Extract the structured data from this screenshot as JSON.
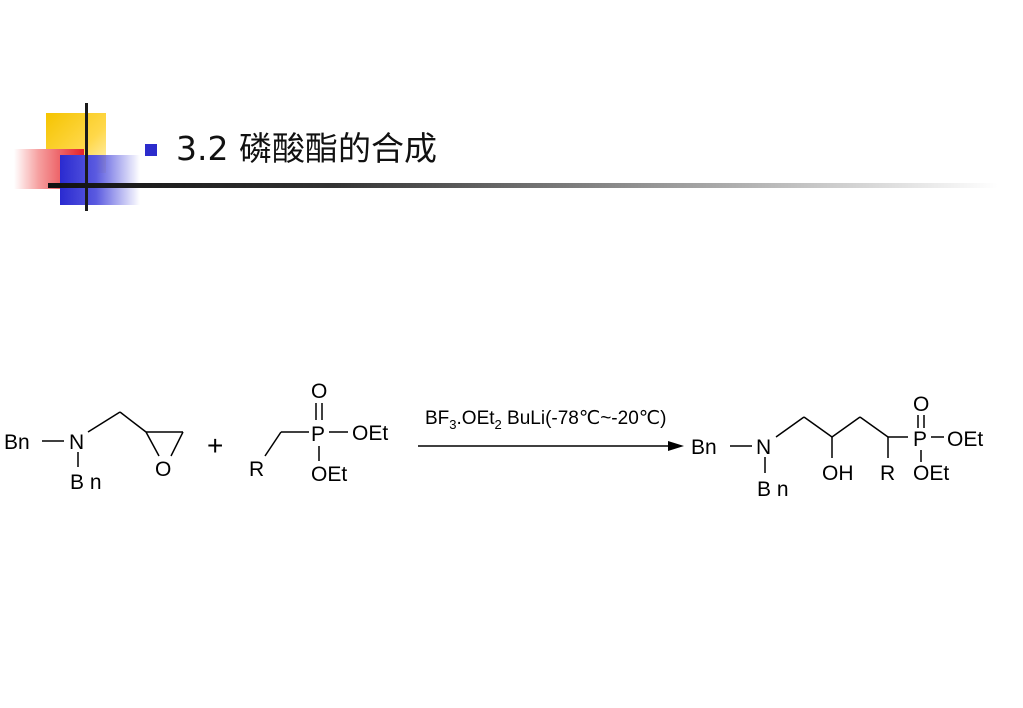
{
  "title": "3.2 磷酸酯的合成",
  "scheme": {
    "reactant1": {
      "bn_left": "Bn",
      "n_atom": "N",
      "bn_bottom": "B n",
      "epoxide_o": "O"
    },
    "plus": "+",
    "reactant2": {
      "p_oxo": "O",
      "p_atom": "P",
      "oet_right": "OEt",
      "oet_bottom": "OEt",
      "r_group": "R"
    },
    "conditions": {
      "bf_prefix": "BF",
      "bf_sub": "3",
      "oet_mid": ".OEt",
      "oet_sub": "2",
      "rest": " BuLi(-78℃~-20℃)"
    },
    "product": {
      "bn_left": "Bn",
      "n_atom": "N",
      "bn_bottom": "B n",
      "oh": "OH",
      "r_group": "R",
      "p_oxo": "O",
      "p_atom": "P",
      "oet_right": "OEt",
      "oet_bottom": "OEt"
    }
  }
}
